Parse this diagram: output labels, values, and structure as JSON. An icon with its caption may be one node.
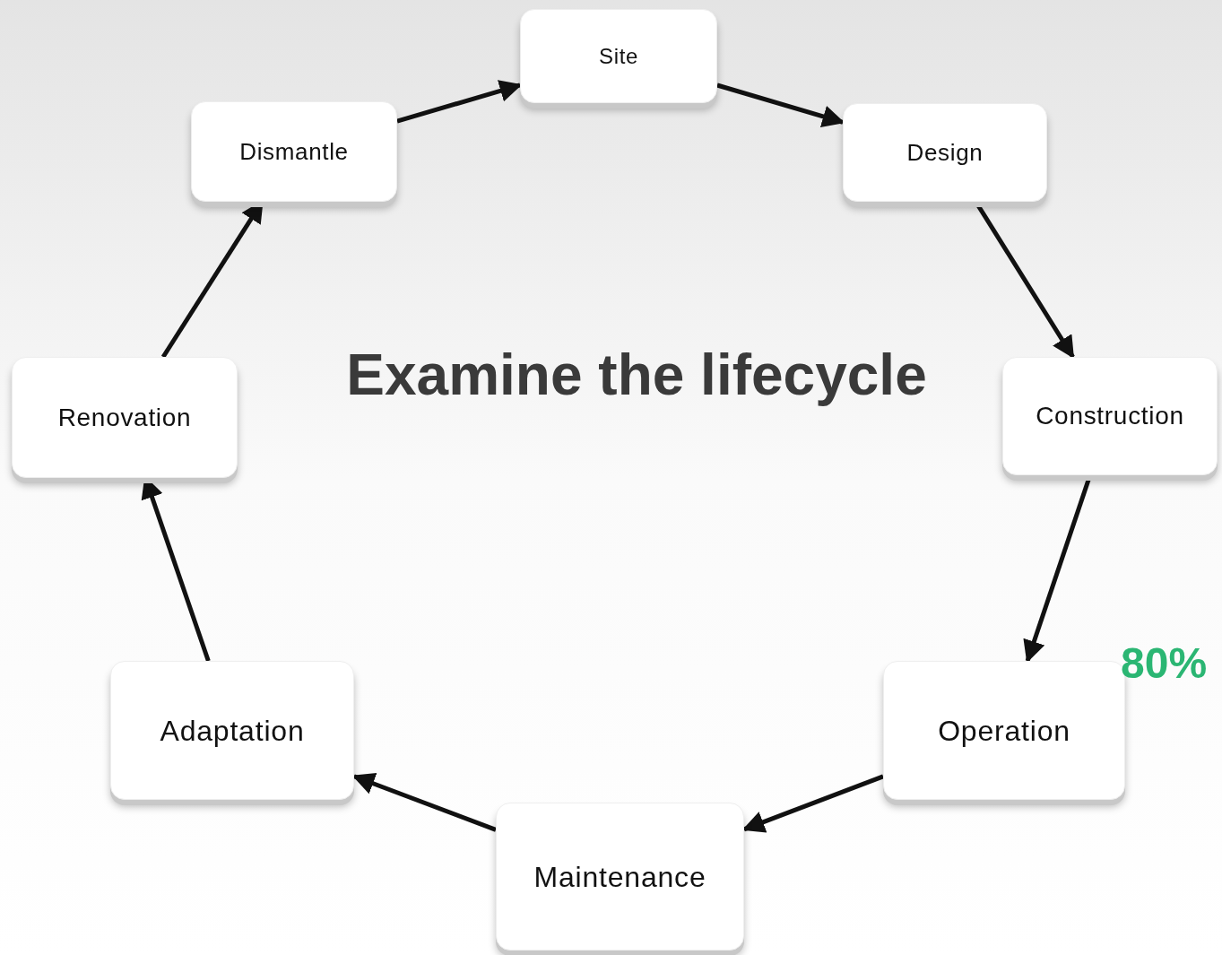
{
  "diagram": {
    "title": "Examine the lifecycle",
    "nodes": [
      {
        "text": [
          "Site"
        ]
      },
      {
        "text": [
          "Design"
        ]
      },
      {
        "text": [
          "Construction"
        ]
      },
      {
        "text": [
          "Operation"
        ]
      },
      {
        "text": [
          "Maintenance"
        ]
      },
      {
        "text": [
          "Adaptation"
        ]
      },
      {
        "text": [
          "Renovation"
        ]
      },
      {
        "text": [
          "Dismantle"
        ]
      }
    ],
    "edges": [
      {
        "from": 0,
        "to": 1,
        "arrow": "to"
      },
      {
        "from": 1,
        "to": 2,
        "arrow": "to"
      },
      {
        "from": 2,
        "to": 3,
        "arrow": "to"
      },
      {
        "from": 3,
        "to": 4,
        "arrow": "to"
      },
      {
        "from": 4,
        "to": 5,
        "arrow": "to"
      },
      {
        "from": 5,
        "to": 6,
        "arrow": "to"
      },
      {
        "from": 6,
        "to": 7,
        "arrow": "to"
      },
      {
        "from": 7,
        "to": 0,
        "arrow": "to"
      }
    ],
    "labels": [
      "80%"
    ]
  }
}
